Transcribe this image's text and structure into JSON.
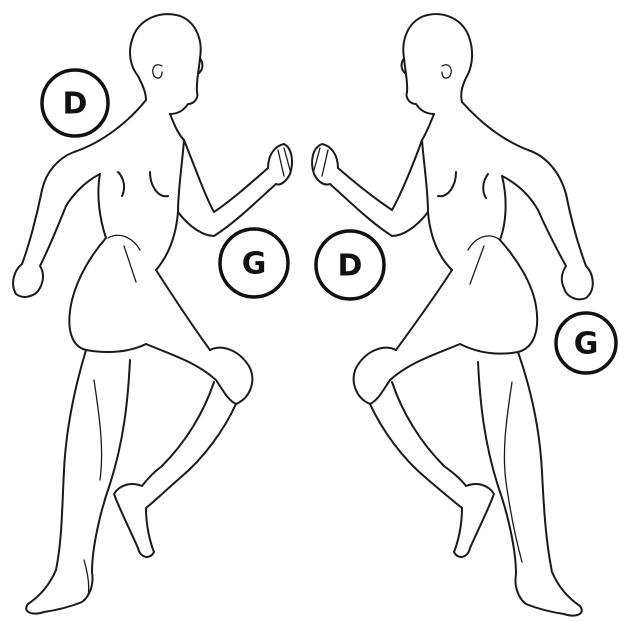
{
  "colors": {
    "ink": "#1a1a1a",
    "badge_border": "#111111",
    "background": "#ffffff"
  },
  "figures": [
    {
      "name": "left-runner-figure",
      "icon": "human-outline-figure"
    },
    {
      "name": "right-runner-figure",
      "icon": "human-outline-figure"
    }
  ],
  "labels": {
    "left_shoulder": "D",
    "left_hand": "G",
    "right_hand": "D",
    "right_hip": "G"
  }
}
